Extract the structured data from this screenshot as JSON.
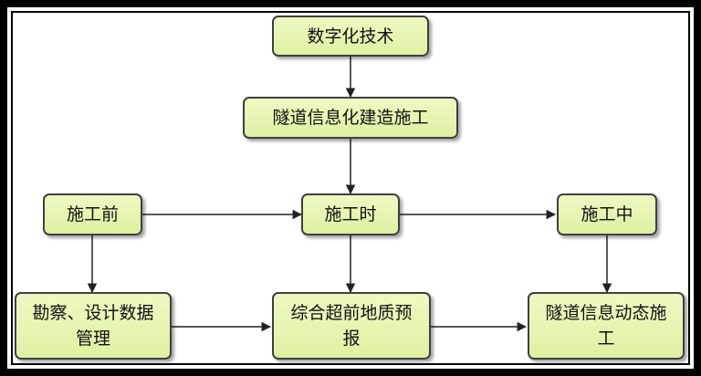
{
  "diagram": {
    "nodes": {
      "digital_tech": "数字化技术",
      "tunnel_info_construction": "隧道信息化建造施工",
      "before_construction": "施工前",
      "during_construction": "施工时",
      "in_construction": "施工中",
      "survey_design": "勘察、设计数据管理",
      "geology_forecast": "综合超前地质预报",
      "dynamic_construction": "隧道信息动态施工"
    },
    "edges": [
      [
        "digital_tech",
        "tunnel_info_construction"
      ],
      [
        "tunnel_info_construction",
        "during_construction"
      ],
      [
        "before_construction",
        "during_construction"
      ],
      [
        "during_construction",
        "in_construction"
      ],
      [
        "before_construction",
        "survey_design"
      ],
      [
        "during_construction",
        "geology_forecast"
      ],
      [
        "in_construction",
        "dynamic_construction"
      ],
      [
        "survey_design",
        "geology_forecast"
      ],
      [
        "geology_forecast",
        "dynamic_construction"
      ]
    ],
    "colors": {
      "node_fill": "#e6f5b0",
      "node_border": "#3f3f3f",
      "edge": "#222222",
      "background": "#ffffff",
      "outer_frame": "#000000"
    }
  }
}
